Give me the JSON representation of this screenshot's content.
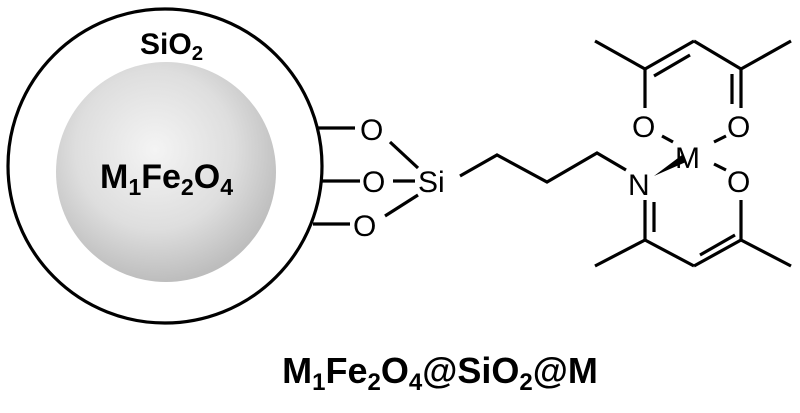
{
  "diagram": {
    "title": "M1Fe2O4@SiO2@M",
    "core": {
      "label_main": "M",
      "label_sub1": "1",
      "label_fe": "Fe",
      "label_sub2": "2",
      "label_o": "O",
      "label_sub3": "4",
      "fill": "#d9d9d9"
    },
    "shell": {
      "label_main": "SiO",
      "label_sub": "2"
    },
    "linker_atoms": {
      "o1": "O",
      "o2": "O",
      "o3": "O",
      "si": "Si",
      "n": "N"
    },
    "complex_atoms": {
      "o_top_left": "O",
      "o_top_right": "O",
      "o_right": "O",
      "metal": "M"
    },
    "caption": {
      "p1": "M",
      "s1": "1",
      "p2": "Fe",
      "s2": "2",
      "p3": "O",
      "s3": "4",
      "p4": "@SiO",
      "s4": "2",
      "p5": "@M"
    }
  }
}
